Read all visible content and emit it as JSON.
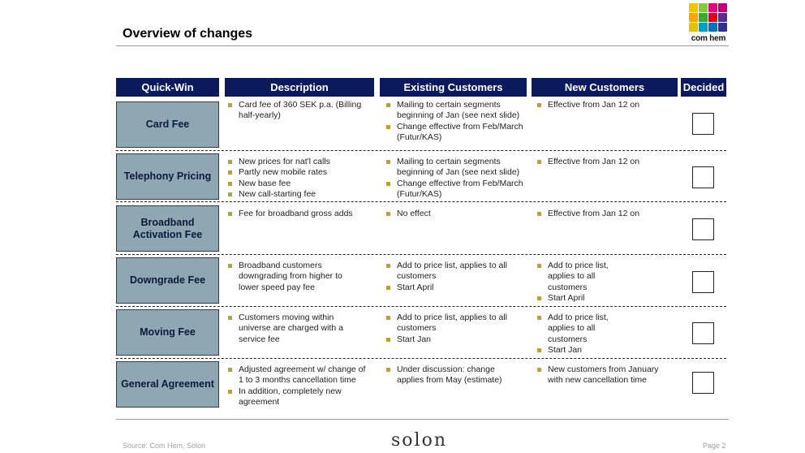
{
  "slide": {
    "title": "Overview of changes",
    "logo_text": "com hem",
    "source": "Source: Com Hem, Solon",
    "brand": "solon",
    "page": "Page 2"
  },
  "colors": {
    "header_bg": "#0a1a5c",
    "label_bg": "#8fa7b3",
    "bullet": "#b7a233"
  },
  "headers": {
    "quickwin": "Quick-Win",
    "description": "Description",
    "existing": "Existing Customers",
    "new": "New Customers",
    "decided": "Decided"
  },
  "rows": [
    {
      "label": "Card Fee",
      "description": [
        "Card fee of 360 SEK p.a. (Billing half-yearly)"
      ],
      "existing": [
        "Mailing to certain segments beginning of Jan (see next slide)",
        "Change effective from  Feb/March (Futur/KAS)"
      ],
      "new": [
        "Effective from Jan 12 on"
      ]
    },
    {
      "label": "Telephony Pricing",
      "description": [
        "New prices for nat'l calls",
        "Partly new mobile rates",
        "New base fee",
        "New call-starting fee"
      ],
      "existing": [
        "Mailing to certain segments beginning of Jan (see next slide)",
        "Change effective from  Feb/March (Futur/KAS)"
      ],
      "new": [
        "Effective from Jan 12 on"
      ]
    },
    {
      "label": "Broadband Activation Fee",
      "description": [
        "Fee for broadband gross adds"
      ],
      "existing": [
        "No effect"
      ],
      "new": [
        "Effective from Jan 12 on"
      ]
    },
    {
      "label": "Downgrade Fee",
      "description": [
        "Broadband customers downgrading from higher to lower speed pay fee"
      ],
      "existing": [
        "Add to price list, applies to all customers",
        "Start April"
      ],
      "new": [
        "Add to price list, applies to all customers",
        "Start April"
      ]
    },
    {
      "label": "Moving Fee",
      "description": [
        "Customers moving within universe are charged with a service fee"
      ],
      "existing": [
        "Add to price list, applies to all customers",
        "Start Jan"
      ],
      "new": [
        "Add to price list, applies to all customers",
        "Start Jan"
      ]
    },
    {
      "label": "General Agreement",
      "description": [
        "Adjusted agreement w/ change of 1 to 3 months cancellation time",
        "In addition, completely new agreement"
      ],
      "existing": [
        "Under discussion: change applies from May (estimate)"
      ],
      "new": [
        "New customers from January with new cancellation time"
      ]
    }
  ]
}
